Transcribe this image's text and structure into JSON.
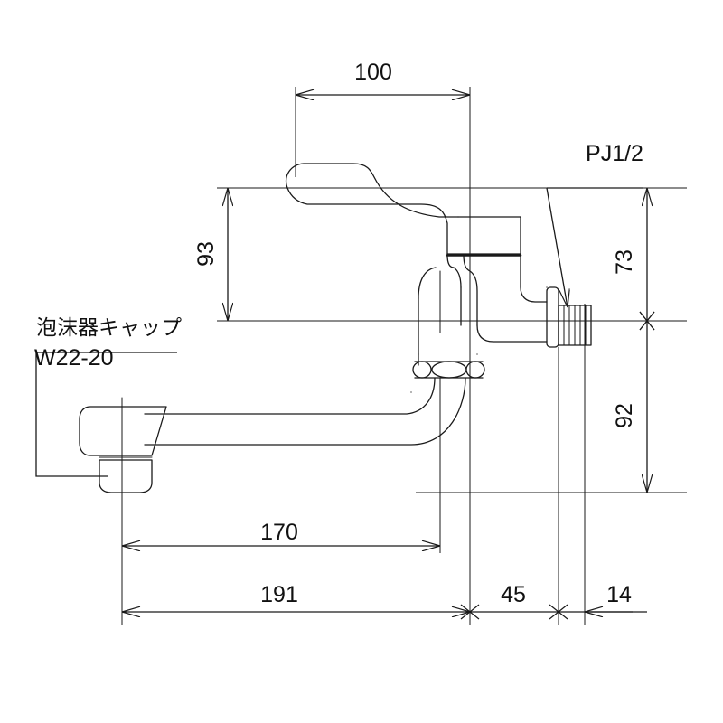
{
  "drawing": {
    "type": "technical-dimension-drawing",
    "subject": "wall-mounted single-lever kitchen faucet, side elevation",
    "units": "mm",
    "line_color": "#1a1a1a",
    "background": "#ffffff"
  },
  "annotations": {
    "aerator_label_jp": "泡沫器キャップ",
    "aerator_label_code": "W22-20",
    "thread_label": "PJ1/2"
  },
  "dimensions": {
    "top_horizontal": "100",
    "left_vertical": "93",
    "right_upper_vertical": "73",
    "right_lower_vertical": "92",
    "bottom_mid": "170",
    "bottom_full": "191",
    "bottom_right_a": "45",
    "bottom_right_b": "14"
  }
}
